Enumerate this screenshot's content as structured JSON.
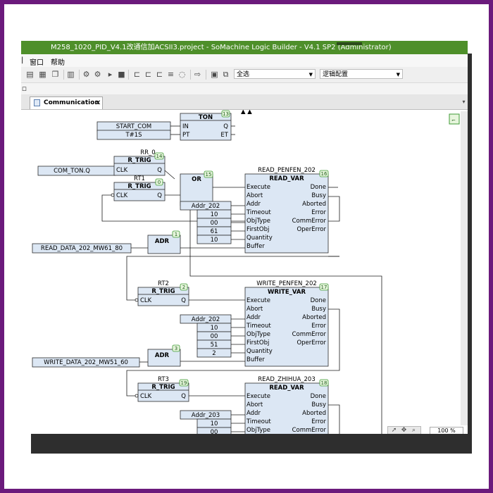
{
  "window": {
    "title": "M258_1020_PID_V4.1改通信加ACSII3.project - SoMachine Logic Builder - V4.1 SP2 (Administrator)"
  },
  "menubar": {
    "items": [
      "窗口",
      "帮助"
    ]
  },
  "toolbar": {
    "combo_select": "全选",
    "combo_logic": "逻辑配置",
    "icons": [
      "window-icon",
      "paste-icon",
      "copy-icon",
      "grid-icon",
      "build-icon",
      "link-icon",
      "run-icon",
      "stop-icon",
      "step-icon",
      "step-over-icon",
      "step-out-icon",
      "breakpoint-icon",
      "arrow-icon",
      "monitor-icon",
      "watch-icon"
    ]
  },
  "tab": {
    "label": "Communication",
    "close": "✕"
  },
  "diagram": {
    "ton": {
      "name": "TON",
      "number": "13",
      "in": "IN",
      "pt": "PT",
      "q": "Q",
      "et": "ET",
      "in_var": "START_COM",
      "pt_var": "T#1S"
    },
    "rr0": {
      "instance": "RR_0",
      "name": "R_TRIG",
      "number": "14",
      "clk": "CLK",
      "q": "Q",
      "input_var": "COM_TON.Q"
    },
    "rt1": {
      "instance": "RT1",
      "name": "R_TRIG",
      "number": "0",
      "clk": "CLK",
      "q": "Q"
    },
    "or": {
      "name": "OR",
      "number": "15"
    },
    "read_penfen": {
      "instance": "READ_PENFEN_202",
      "name": "READ_VAR",
      "number": "16",
      "inputs": [
        "Execute",
        "Abort",
        "Addr",
        "Timeout",
        "ObjType",
        "FirstObj",
        "Quantity",
        "Buffer"
      ],
      "outputs": [
        "Done",
        "Busy",
        "Aborted",
        "Error",
        "CommError",
        "OperError"
      ],
      "values": [
        "Addr_202",
        "10",
        "00",
        "61",
        "10"
      ]
    },
    "adr1": {
      "name": "ADR",
      "number": "1",
      "input_var": "READ_DATA_202_MW61_80"
    },
    "rt2": {
      "instance": "RT2",
      "name": "R_TRIG",
      "number": "2",
      "clk": "CLK",
      "q": "Q"
    },
    "write_penfen": {
      "instance": "WRITE_PENFEN_202",
      "name": "WRITE_VAR",
      "number": "17",
      "inputs": [
        "Execute",
        "Abort",
        "Addr",
        "Timeout",
        "ObjType",
        "FirstObj",
        "Quantity",
        "Buffer"
      ],
      "outputs": [
        "Done",
        "Busy",
        "Aborted",
        "Error",
        "CommError",
        "OperError"
      ],
      "values": [
        "Addr_202",
        "10",
        "00",
        "51",
        "2"
      ]
    },
    "adr3": {
      "name": "ADR",
      "number": "3",
      "input_var": "WRITE_DATA_202_MW51_60"
    },
    "rt3": {
      "instance": "RT3",
      "name": "R_TRIG",
      "number": "19",
      "clk": "CLK",
      "q": "Q"
    },
    "read_zhihua": {
      "instance": "READ_ZHIHUA_203",
      "name": "READ_VAR",
      "number": "18",
      "inputs": [
        "Execute",
        "Abort",
        "Addr",
        "Timeout",
        "ObjType"
      ],
      "outputs": [
        "Done",
        "Busy",
        "Aborted",
        "Error",
        "CommError"
      ],
      "values": [
        "Addr_203",
        "10",
        "00"
      ]
    }
  },
  "statusbar": {
    "zoom": "100 %"
  },
  "colors": {
    "frame": "#6b1a7c",
    "titlebar": "#4e8f2a",
    "block_fill": "#dce7f4",
    "number_badge": "#3f9a35"
  }
}
